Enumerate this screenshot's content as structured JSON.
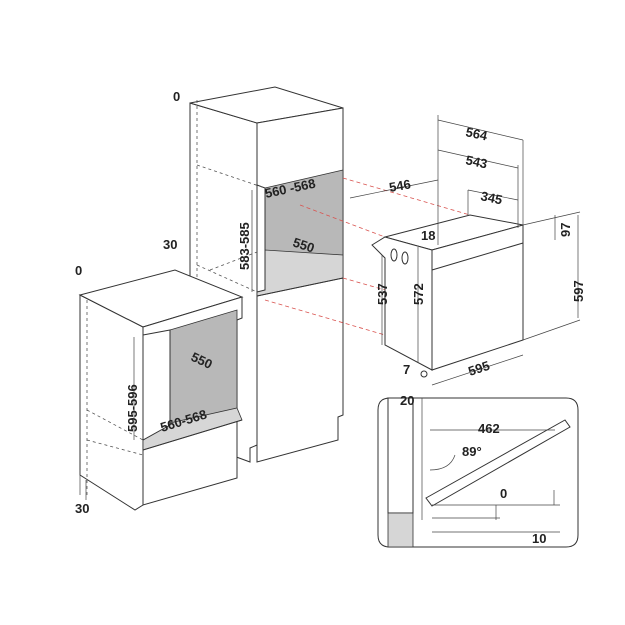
{
  "tall_cabinet": {
    "top_gap": "0",
    "side_gap": "30",
    "opening_width": "560 -568",
    "opening_height": "583-585",
    "opening_depth": "550"
  },
  "base_cabinet": {
    "top_gap": "0",
    "side_gap": "30",
    "opening_depth": "550",
    "opening_height": "595-596",
    "opening_width": "560-568"
  },
  "oven": {
    "depth_overall": "564",
    "depth_body": "543",
    "depth_flange": "546",
    "depth_top": "345",
    "flange": "18",
    "panel_height": "97",
    "body_height": "537",
    "frame_height": "572",
    "total_height": "597",
    "bottom_offset": "7",
    "width": "595",
    "door_offset": "20"
  },
  "door_detail": {
    "door_open_length": "462",
    "door_angle": "89°",
    "level_top": "0",
    "level_bottom": "10"
  }
}
